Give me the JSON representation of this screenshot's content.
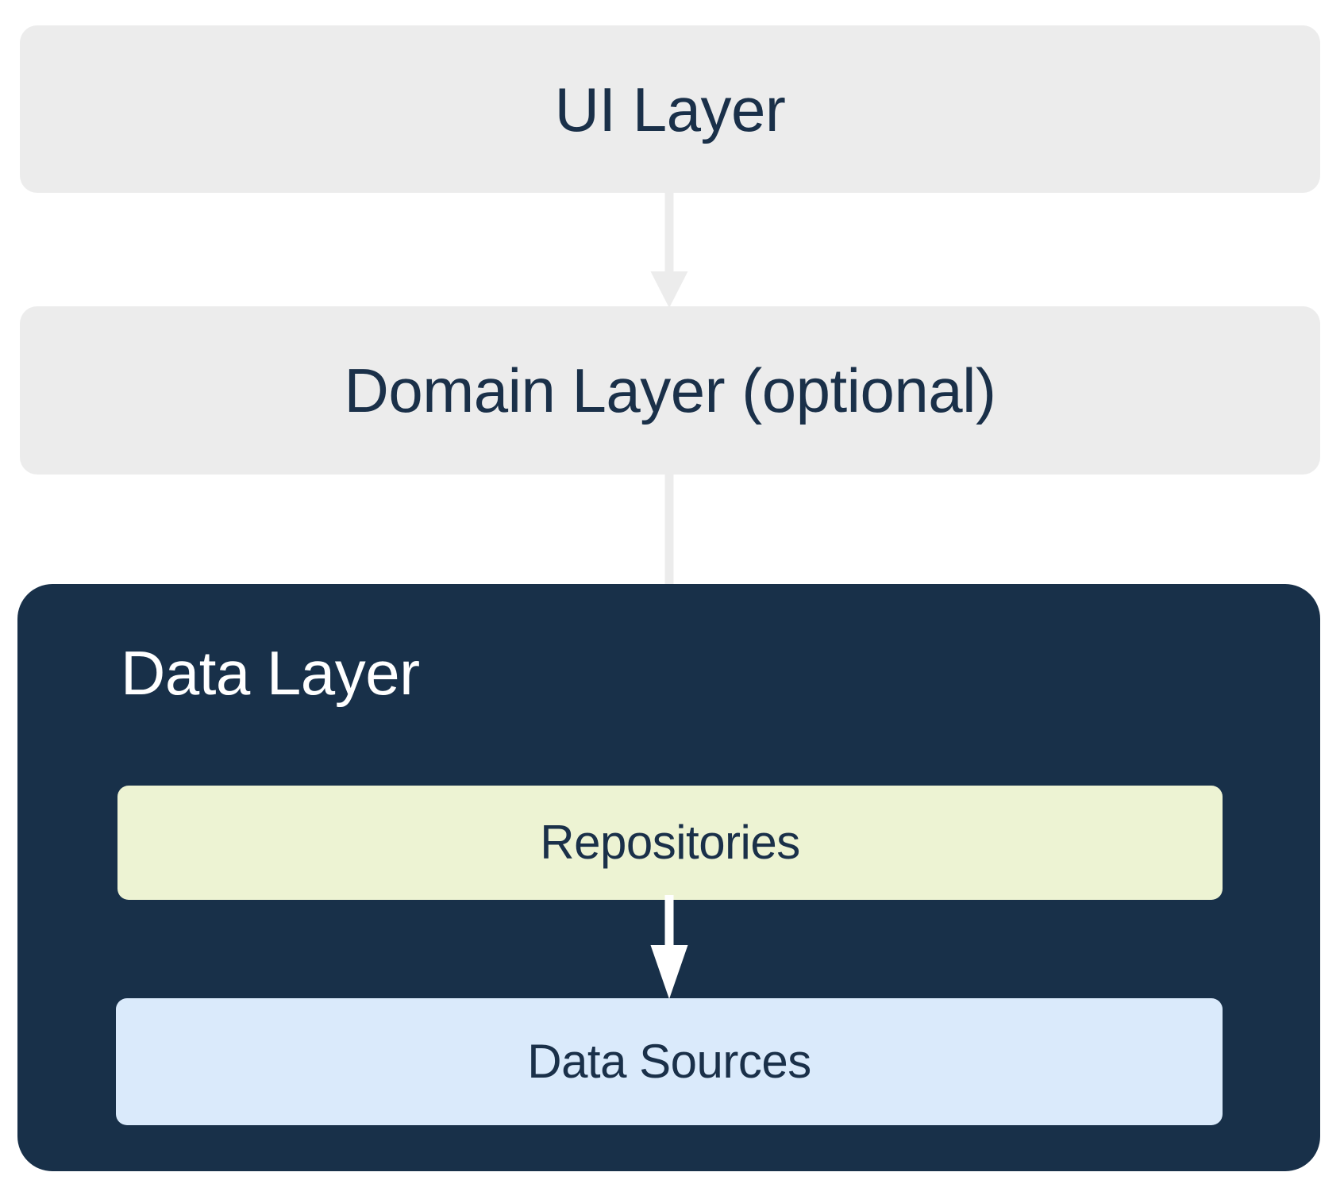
{
  "diagram": {
    "title": "App architecture layers",
    "type": "layered-architecture-flow",
    "background_color": "#ffffff",
    "layers": [
      {
        "id": "ui-layer",
        "label": "UI Layer",
        "background_color": "#ececec",
        "text_color": "#1a3049",
        "text_align": "center"
      },
      {
        "id": "domain-layer",
        "label": "Domain Layer (optional)",
        "background_color": "#ececec",
        "text_color": "#1a3049",
        "text_align": "center"
      },
      {
        "id": "data-layer",
        "label": "Data Layer",
        "background_color": "#183049",
        "text_color": "#ffffff",
        "text_align": "left",
        "children": [
          {
            "id": "repositories",
            "label": "Repositories",
            "background_color": "#edf3d3",
            "text_color": "#1a3049"
          },
          {
            "id": "data-sources",
            "label": "Data Sources",
            "background_color": "#daeafb",
            "text_color": "#1a3049"
          }
        ]
      }
    ],
    "arrows": [
      {
        "id": "ui-to-domain",
        "from": "UI Layer",
        "to": "Domain Layer (optional)",
        "color": "#ececec",
        "direction": "down"
      },
      {
        "id": "domain-to-repositories",
        "from": "Domain Layer (optional)",
        "to": "Repositories",
        "color": "#ececec",
        "direction": "down"
      },
      {
        "id": "repositories-to-data-sources",
        "from": "Repositories",
        "to": "Data Sources",
        "color": "#ffffff",
        "direction": "down"
      }
    ]
  }
}
